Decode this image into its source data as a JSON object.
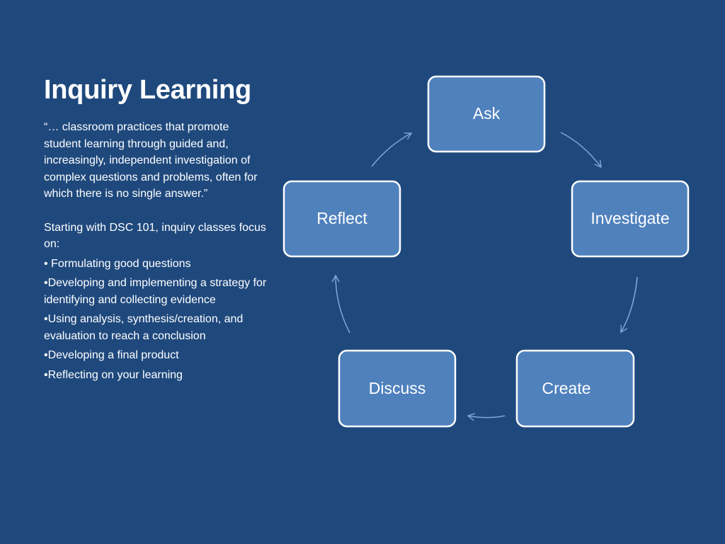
{
  "slide": {
    "title": "Inquiry Learning",
    "quote": "“… classroom practices that promote student learning through guided and, increasingly, independent investigation of complex questions and problems, often for which there is no single answer.”",
    "intro": "Starting with DSC 101, inquiry classes focus on:",
    "bullets": [
      "• Formulating good questions",
      "•Developing and implementing a strategy for identifying and collecting evidence",
      "•Using analysis, synthesis/creation, and evaluation to reach a conclusion",
      "•Developing a final product",
      "•Reflecting on your learning"
    ]
  },
  "diagram": {
    "nodes": [
      "Ask",
      "Investigate",
      "Create",
      "Discuss",
      "Reflect"
    ]
  },
  "colors": {
    "background": "#1f497d",
    "node_fill": "#4f81bd",
    "node_border": "#ffffff",
    "arrow": "#7fa7d9"
  }
}
